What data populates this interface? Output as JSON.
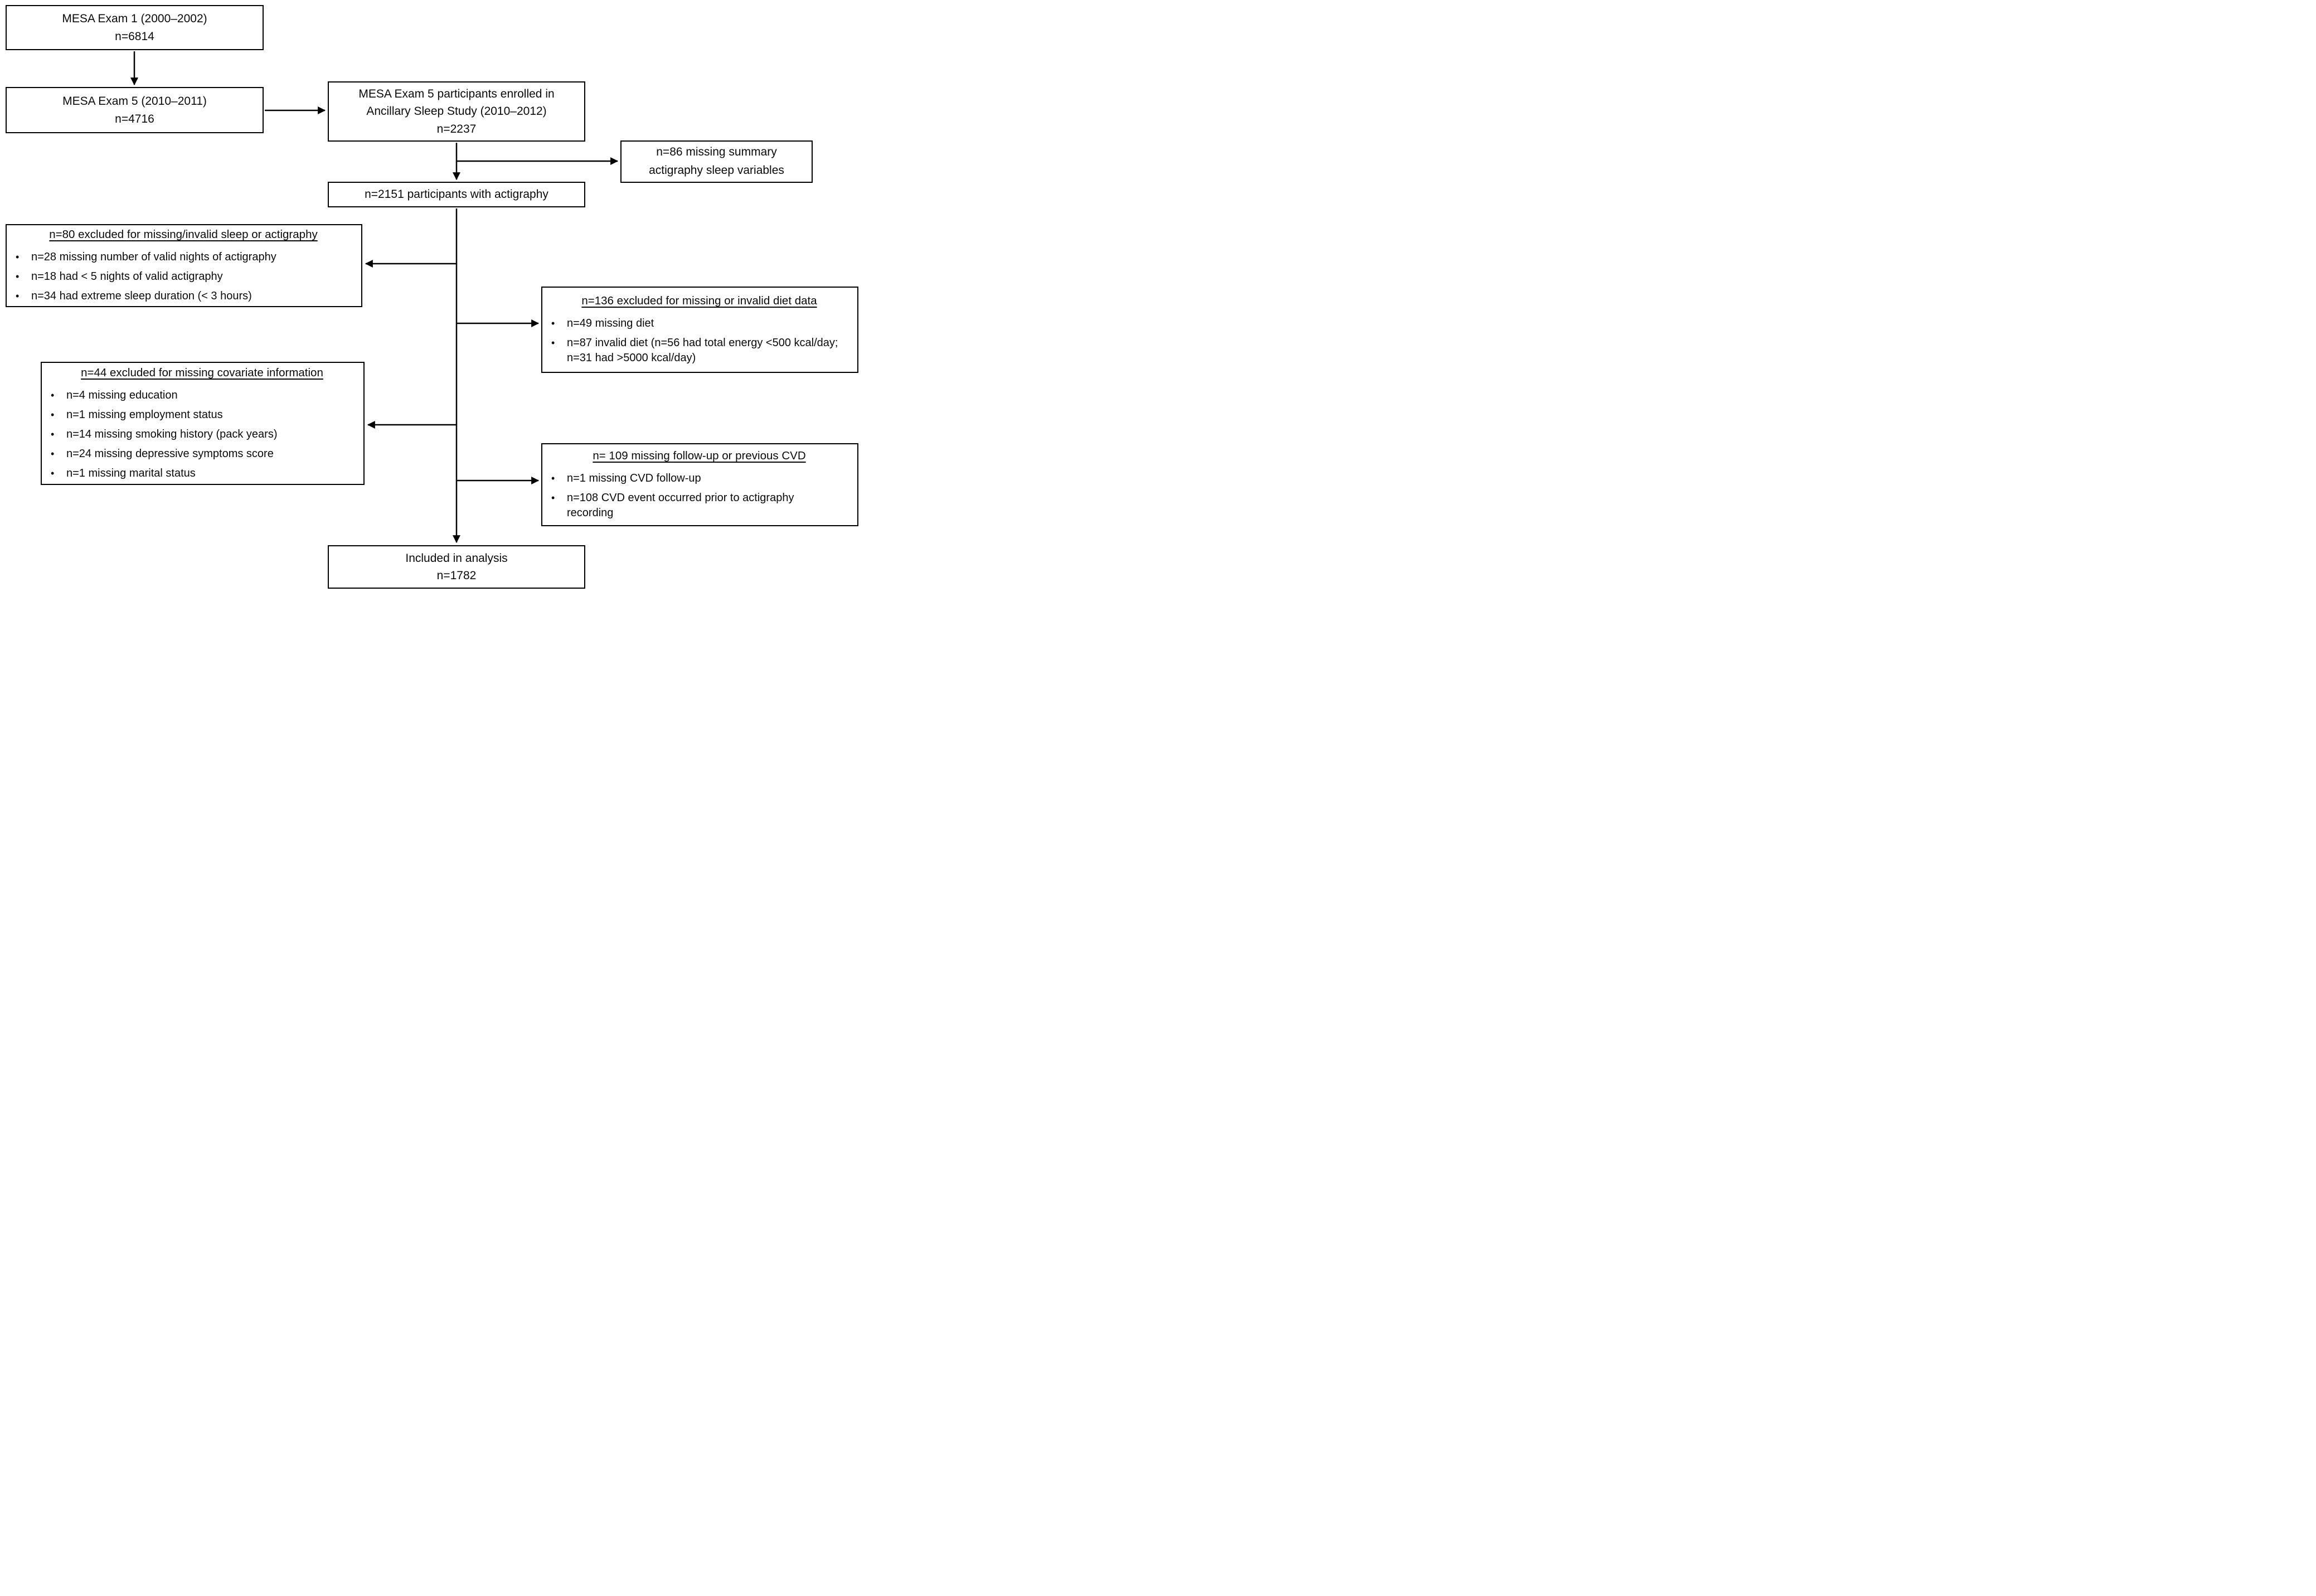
{
  "colors": {
    "background": "#ffffff",
    "box_border": "#000000",
    "text": "#000000",
    "arrow": "#000000"
  },
  "boxes": {
    "exam1": {
      "title": "MESA Exam 1 (2000–2002)",
      "n": "n=6814"
    },
    "exam5": {
      "title": "MESA Exam 5 (2010–2011)",
      "n": "n=4716"
    },
    "ancillary": {
      "title": "MESA Exam 5 participants enrolled in Ancillary Sleep Study (2010–2012)",
      "n": "n=2237"
    },
    "missing_actigraphy": {
      "text": "n=86 missing summary actigraphy sleep variables"
    },
    "with_actigraphy": {
      "text": "n=2151 participants with actigraphy"
    },
    "excluded_sleep": {
      "heading": "n=80 excluded for missing/invalid sleep or actigraphy",
      "bullets": [
        "n=28 missing number of valid nights of actigraphy",
        "n=18 had < 5 nights of valid actigraphy",
        "n=34 had extreme sleep duration (< 3 hours)"
      ]
    },
    "excluded_diet": {
      "heading": "n=136 excluded for missing or invalid diet data",
      "bullets": [
        "n=49 missing diet",
        "n=87 invalid diet (n=56 had total energy <500 kcal/day; n=31 had >5000 kcal/day)"
      ]
    },
    "excluded_covariate": {
      "heading": "n=44 excluded for missing covariate information",
      "bullets": [
        "n=4 missing education",
        "n=1 missing employment status",
        "n=14 missing smoking history (pack years)",
        "n=24 missing depressive symptoms score",
        "n=1 missing marital status"
      ]
    },
    "excluded_cvd": {
      "heading": "n= 109 missing follow-up or previous CVD",
      "bullets": [
        "n=1 missing CVD follow-up",
        "n=108 CVD event occurred prior to actigraphy recording"
      ]
    },
    "included": {
      "title": "Included in analysis",
      "n": "n=1782"
    }
  }
}
